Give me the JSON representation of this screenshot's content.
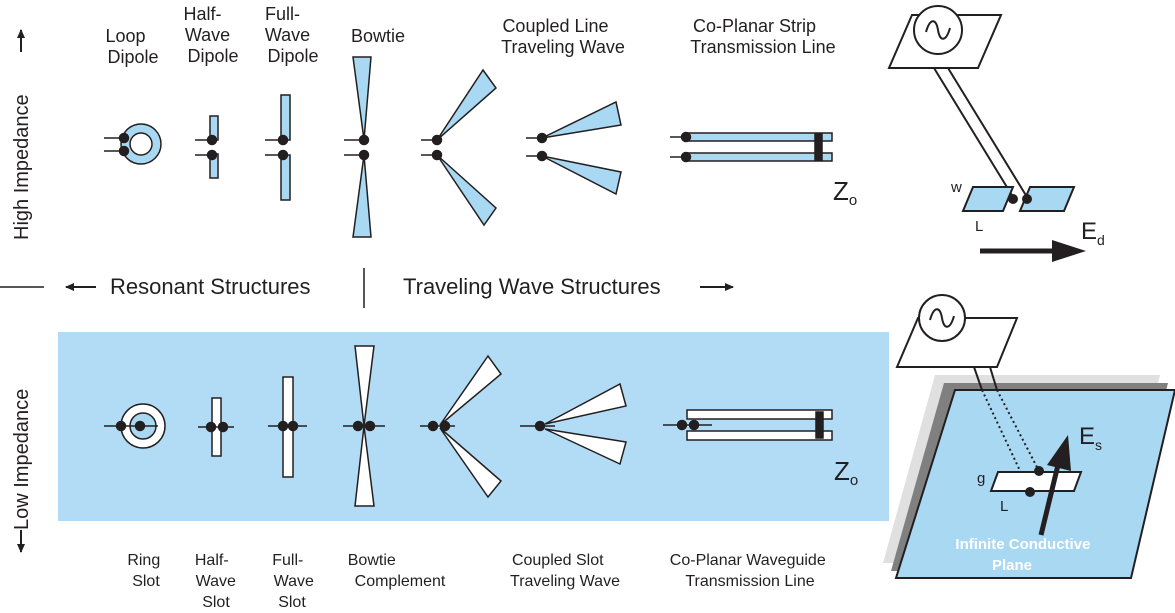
{
  "colors": {
    "fill_blue": "#a9d8f3",
    "ink": "#231f20",
    "panel_blue": "#b2dcf5",
    "shadow_gray": "#808080",
    "plane_edge": "#bdbdbd"
  },
  "axis": {
    "high_impedance": "High Impedance",
    "low_impedance": "Low Impedance",
    "resonant_structures": "Resonant Structures",
    "traveling_wave_structures": "Traveling Wave Structures"
  },
  "top_row": {
    "loop_dipole": [
      "Loop",
      "Dipole"
    ],
    "half_wave_dipole": [
      "Half-",
      "Wave",
      "Dipole"
    ],
    "full_wave_dipole": [
      "Full-",
      "Wave",
      "Dipole"
    ],
    "bowtie": [
      "Bowtie"
    ],
    "coupled_line": [
      "Coupled Line",
      "Traveling Wave"
    ],
    "coplanar_strip": [
      "Co-Planar Strip",
      "Transmission Line"
    ],
    "impedance_symbol": "Z",
    "impedance_sub": "o"
  },
  "bottom_row": {
    "ring_slot": [
      "Ring",
      "Slot"
    ],
    "half_wave_slot": [
      "Half-",
      "Wave",
      "Slot"
    ],
    "full_wave_slot": [
      "Full-",
      "Wave",
      "Slot"
    ],
    "bowtie_complement": [
      "Bowtie",
      "Complement"
    ],
    "coupled_slot": [
      "Coupled Slot",
      "Traveling Wave"
    ],
    "coplanar_waveguide": [
      "Co-Planar Waveguide",
      "Transmission Line"
    ],
    "impedance_symbol": "Z",
    "impedance_sub": "o"
  },
  "dipole_inset": {
    "width_label": "w",
    "length_label": "L",
    "field_symbol": "E",
    "field_sub": "d"
  },
  "slot_inset": {
    "gap_label": "g",
    "length_label": "L",
    "field_symbol": "E",
    "field_sub": "s",
    "plane_label": [
      "Infinite Conductive",
      "Plane"
    ]
  }
}
